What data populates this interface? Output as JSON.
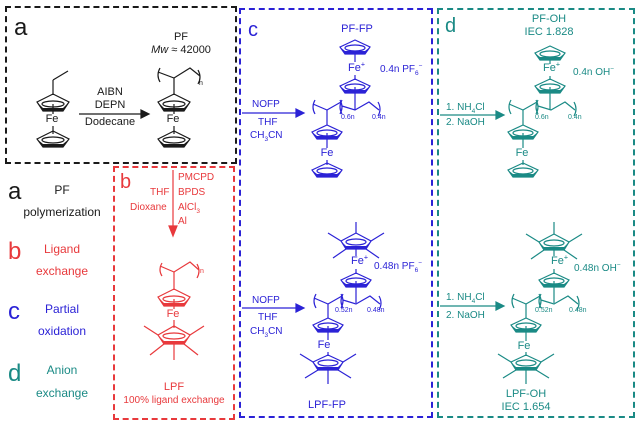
{
  "colors": {
    "a": "#1a1a1a",
    "b": "#e8393c",
    "c": "#2b22d6",
    "d": "#1a8a85"
  },
  "panel_a": {
    "letter": "a",
    "product_name": "PF",
    "mw_label": "Mw",
    "mw_value": "≈ 42000",
    "reagents": [
      "AIBN",
      "DEPN",
      "Dodecane"
    ],
    "fe_label": "Fe",
    "repeat_n": "n"
  },
  "panel_b": {
    "letter": "b",
    "reagents_left": [
      "THF",
      "Dioxane"
    ],
    "reagents_right": [
      "PMCPD",
      "BPDS",
      "AlCl3",
      "Al"
    ],
    "fe_label": "Fe",
    "repeat_n": "n",
    "product_name": "LPF",
    "product_note": "100% ligand exchange"
  },
  "panel_c": {
    "letter": "c",
    "top_product": "PF-FP",
    "top_counterion": "0.4n PF6−",
    "top_fractions": [
      "0.6n",
      "0.4n"
    ],
    "bottom_product": "LPF-FP",
    "bottom_counterion": "0.48n PF6−",
    "bottom_fractions": [
      "0.52n",
      "0.48n"
    ],
    "reagents": [
      "NOFP",
      "THF",
      "CH3CN"
    ],
    "fe_plus": "Fe+",
    "fe_label": "Fe"
  },
  "panel_d": {
    "letter": "d",
    "top_product": "PF-OH",
    "top_iec": "IEC 1.828",
    "top_counterion": "0.4n OH−",
    "top_fractions": [
      "0.6n",
      "0.4n"
    ],
    "bottom_product": "LPF-OH",
    "bottom_iec": "IEC 1.654",
    "bottom_counterion": "0.48n OH−",
    "bottom_fractions": [
      "0.52n",
      "0.48n"
    ],
    "reagents": [
      "1. NH4Cl",
      "2. NaOH"
    ],
    "fe_plus": "Fe+",
    "fe_label": "Fe"
  },
  "legend": [
    {
      "letter": "a",
      "line1": "PF",
      "line2": "polymerization"
    },
    {
      "letter": "b",
      "line1": "Ligand",
      "line2": "exchange"
    },
    {
      "letter": "c",
      "line1": "Partial",
      "line2": "oxidation"
    },
    {
      "letter": "d",
      "line1": "Anion",
      "line2": "exchange"
    }
  ]
}
